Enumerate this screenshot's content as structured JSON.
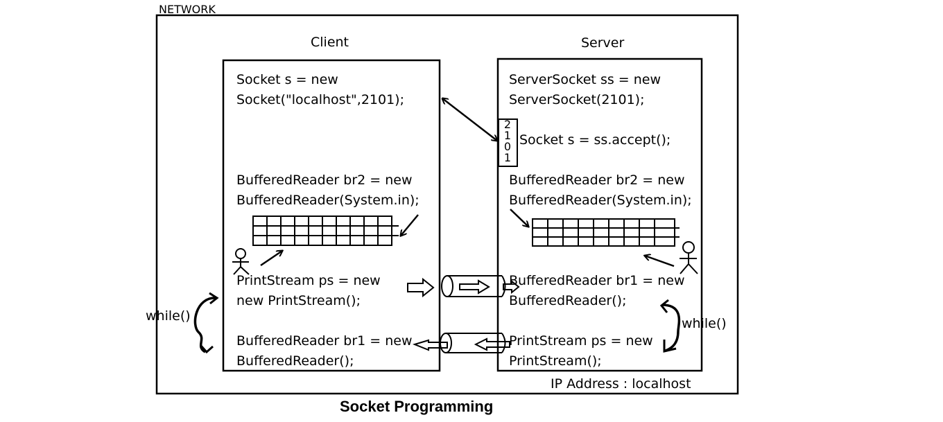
{
  "network": {
    "label": "NETWORK",
    "ip_address": "IP Address : localhost"
  },
  "client": {
    "title": "Client",
    "socket_line1": "Socket s = new",
    "socket_line2": "Socket(\"localhost\",2101);",
    "br2_line1": "BufferedReader br2 = new",
    "br2_line2": "BufferedReader(System.in);",
    "ps_line1": "PrintStream ps  = new",
    "ps_line2": "new PrintStream();",
    "br1_line1": "BufferedReader br1 = new",
    "br1_line2": "BufferedReader();",
    "loop": "while()"
  },
  "server": {
    "title": "Server",
    "ss_line1": "ServerSocket ss = new",
    "ss_line2": "ServerSocket(2101);",
    "accept": "Socket s = ss.accept();",
    "port_digits": [
      "2",
      "1",
      "0",
      "1"
    ],
    "br2_line1": "BufferedReader br2 = new",
    "br2_line2": "BufferedReader(System.in);",
    "br1_line1": "BufferedReader br1 = new",
    "br1_line2": "BufferedReader();",
    "ps_line1": "PrintStream ps = new",
    "ps_line2": "PrintStream();",
    "loop": "while()"
  },
  "caption": "Socket Programming"
}
